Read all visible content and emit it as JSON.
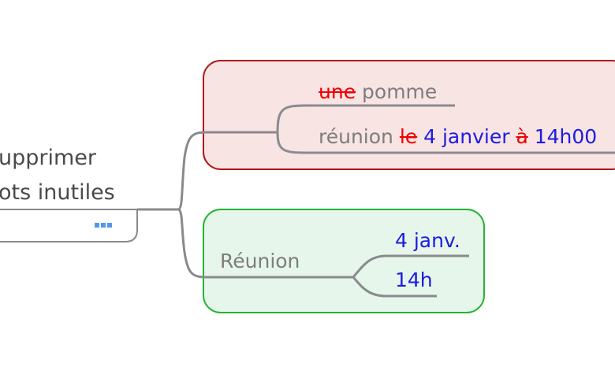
{
  "root": {
    "line1": "upprimer",
    "line2": "ots inutiles"
  },
  "group_red": {
    "item1": {
      "struck": "une",
      "text": "pomme"
    },
    "item2": {
      "w1": "réunion",
      "s1": "le",
      "w2": "4 janvier",
      "s2": "à",
      "w3": "14h00"
    }
  },
  "group_green": {
    "topic": "Réunion",
    "child1": "4 janv.",
    "child2": "14h"
  },
  "colors": {
    "red_box_border": "#b01818",
    "red_box_fill": "#f9e4e4",
    "green_box_border": "#22b333",
    "green_box_fill": "#e6f6ea",
    "connector": "#8a8a8e",
    "strike": "#f00000",
    "new_text": "#1c1ce0"
  }
}
